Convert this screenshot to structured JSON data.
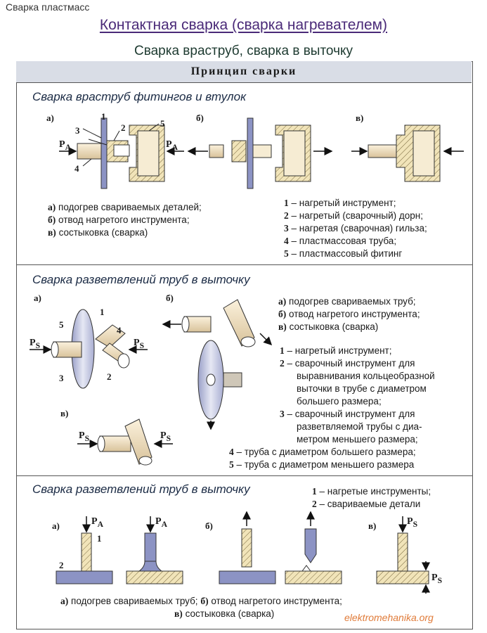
{
  "tag": "Сварка пластмасс",
  "title": "Контактная сварка (сварка нагревателем)",
  "subtitle": "Сварка враструб, сварка в выточку",
  "header": "Принцип сварки",
  "section1": {
    "title": "Сварка враструб фитингов и втулок",
    "panel_a": "а)",
    "panel_b": "б)",
    "panel_v": "в)",
    "nums": [
      "1",
      "2",
      "3",
      "4",
      "5"
    ],
    "force": "P",
    "force_sub": "A",
    "steps": [
      {
        "k": "а)",
        "t": "подогрев свариваемых деталей;"
      },
      {
        "k": "б)",
        "t": "отвод нагретого инструмента;"
      },
      {
        "k": "в)",
        "t": "состыковка (сварка)"
      }
    ],
    "legend": [
      {
        "n": "1",
        "t": "– нагретый инструмент;"
      },
      {
        "n": "2",
        "t": "– нагретый (сварочный) дорн;"
      },
      {
        "n": "3",
        "t": "– нагретая (сварочная) гильза;"
      },
      {
        "n": "4",
        "t": "– пластмассовая труба;"
      },
      {
        "n": "5",
        "t": "– пластмассовый фитинг"
      }
    ]
  },
  "section2": {
    "title": "Сварка разветвлений труб в выточку",
    "panel_a": "а)",
    "panel_b": "б)",
    "panel_v": "в)",
    "nums": [
      "1",
      "2",
      "3",
      "4",
      "5"
    ],
    "force": "P",
    "force_sub": "S",
    "steps": [
      {
        "k": "а)",
        "t": "подогрев свариваемых труб;"
      },
      {
        "k": "б)",
        "t": "отвод нагретого инструмента;"
      },
      {
        "k": "в)",
        "t": "состыковка (сварка)"
      }
    ],
    "legend": [
      {
        "n": "1",
        "t": "– нагретый инструмент;"
      },
      {
        "n": "2",
        "t": "– сварочный инструмент для"
      },
      {
        "n": "",
        "t": "выравнивания кольцеобразной"
      },
      {
        "n": "",
        "t": "выточки в трубе с диаметром"
      },
      {
        "n": "",
        "t": "большего размера;"
      },
      {
        "n": "3",
        "t": "– сварочный инструмент для"
      },
      {
        "n": "",
        "t": "разветвляемой трубы с диа-"
      },
      {
        "n": "",
        "t": "метром меньшего размера;"
      },
      {
        "n": "4",
        "t": "– труба с диаметром большего размера;"
      },
      {
        "n": "5",
        "t": "– труба с диаметром меньшего размера"
      }
    ]
  },
  "section3": {
    "title": "Сварка разветвлений труб в выточку",
    "legend": [
      {
        "n": "1",
        "t": "– нагретые инструменты;"
      },
      {
        "n": "2",
        "t": "– свариваемые детали"
      }
    ],
    "panel_a": "а)",
    "panel_b": "б)",
    "panel_v": "в)",
    "nums": [
      "1",
      "2"
    ],
    "force": "P",
    "sub_a": "A",
    "sub_s": "S",
    "steps_line1": [
      {
        "k": "а)",
        "t": "подогрев свариваемых труб;"
      },
      {
        "k": "б)",
        "t": "отвод нагретого инструмента;"
      }
    ],
    "steps_line2": {
      "k": "в)",
      "t": "состыковка (сварка)"
    }
  },
  "watermark": "elektromehanika.org",
  "colors": {
    "title": "#4a2a78",
    "header_bg": "#d9dde6",
    "tool": "#8c93c4",
    "pipe": "#f3e3c2",
    "hatch": "#e9d59a",
    "watermark": "#e07b39"
  }
}
